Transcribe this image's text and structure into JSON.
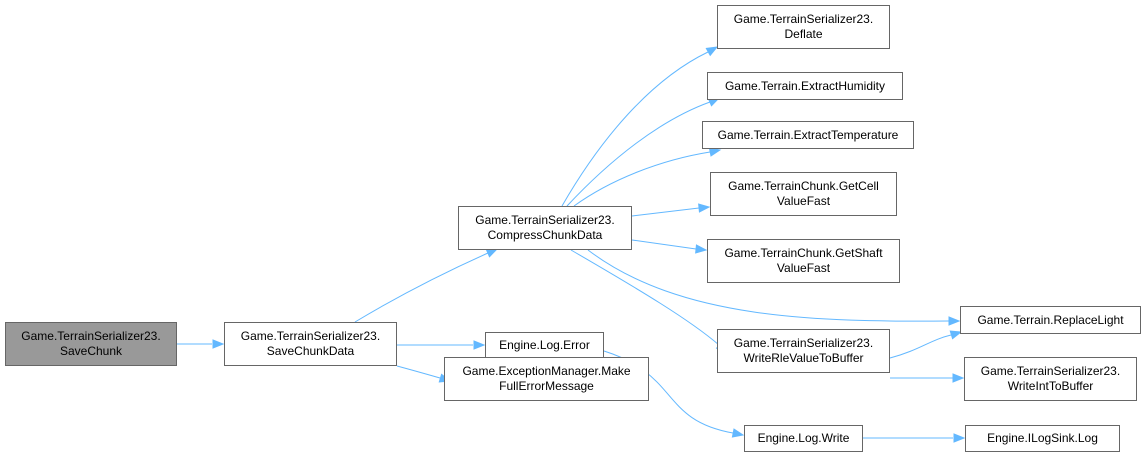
{
  "colors": {
    "edge": "#63b8ff",
    "node_border": "#666666",
    "root_fill": "#999999",
    "node_fill": "#ffffff"
  },
  "nodes": {
    "save_chunk": {
      "line1": "Game.TerrainSerializer23.",
      "line2": "SaveChunk"
    },
    "save_chunk_data": {
      "line1": "Game.TerrainSerializer23.",
      "line2": "SaveChunkData"
    },
    "compress_chunk_data": {
      "line1": "Game.TerrainSerializer23.",
      "line2": "CompressChunkData"
    },
    "engine_log_error": {
      "line1": "Engine.Log.Error",
      "line2": ""
    },
    "exception_manager": {
      "line1": "Game.ExceptionManager.Make",
      "line2": "FullErrorMessage"
    },
    "deflate": {
      "line1": "Game.TerrainSerializer23.",
      "line2": "Deflate"
    },
    "extract_humidity": {
      "line1": "Game.Terrain.ExtractHumidity",
      "line2": ""
    },
    "extract_temperature": {
      "line1": "Game.Terrain.ExtractTemperature",
      "line2": ""
    },
    "get_cell_value_fast": {
      "line1": "Game.TerrainChunk.GetCell",
      "line2": "ValueFast"
    },
    "get_shaft_value_fast": {
      "line1": "Game.TerrainChunk.GetShaft",
      "line2": "ValueFast"
    },
    "write_rle_value": {
      "line1": "Game.TerrainSerializer23.",
      "line2": "WriteRleValueToBuffer"
    },
    "engine_log_write": {
      "line1": "Engine.Log.Write",
      "line2": ""
    },
    "replace_light": {
      "line1": "Game.Terrain.ReplaceLight",
      "line2": ""
    },
    "write_int": {
      "line1": "Game.TerrainSerializer23.",
      "line2": "WriteIntToBuffer"
    },
    "ilogsink_log": {
      "line1": "Engine.ILogSink.Log",
      "line2": ""
    }
  }
}
